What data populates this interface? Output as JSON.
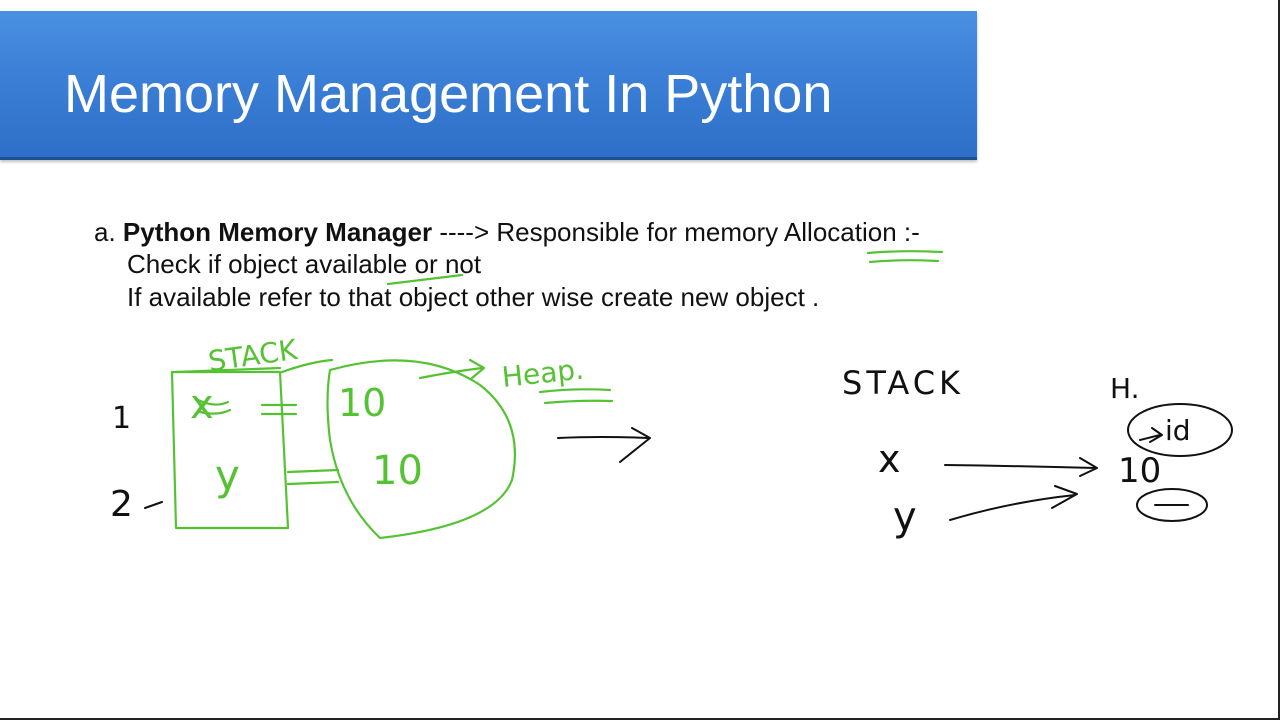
{
  "slide": {
    "title": "Memory Management In Python",
    "point_a": {
      "prefix": "a. ",
      "bold": "Python Memory Manager",
      "rest": " ----> Responsible for memory Allocation :-"
    },
    "line_2": "Check if object available or not",
    "line_3": "If available refer to that object other wise create new object ."
  },
  "annotations_left": {
    "stack_label": "STACK",
    "heap_label": "Heap.",
    "row1_num": "1",
    "row2_num": "2",
    "x_var": "x",
    "y_var": "y",
    "eq": "=",
    "val1": "10",
    "val2": "10"
  },
  "annotations_right": {
    "stack_label": "STACK",
    "heap_label": "H.",
    "x_var": "x",
    "y_var": "y",
    "id_label": "id",
    "value": "10"
  },
  "colors": {
    "banner": "#3b7fd6",
    "ink_green": "#55c233",
    "ink_black": "#111111"
  }
}
